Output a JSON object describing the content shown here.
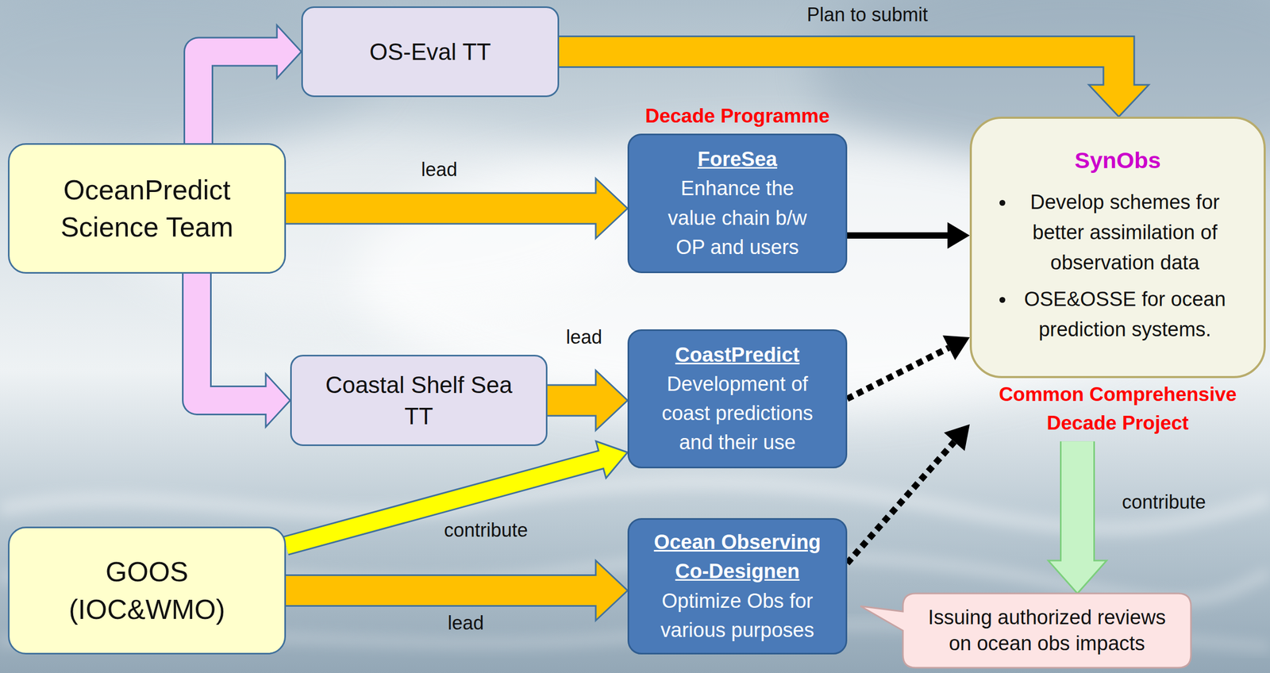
{
  "diagram": {
    "nodes": [
      {
        "text": [
          "OS-Eval TT"
        ]
      },
      {
        "text": [
          "OceanPredict Science Team"
        ]
      },
      {
        "text": [
          "Decade Programme",
          "ForeSea",
          "Enhance the value chain b/w OP and users"
        ]
      },
      {
        "text": [
          "Common Comprehensive Decade Project",
          "SynObs",
          "Develop schemes for better assimilation of observation data",
          "OSE&OSSE for ocean prediction systems."
        ]
      },
      {
        "text": [
          "Coastal Shelf Sea TT"
        ]
      },
      {
        "text": [
          "CoastPredict",
          "Development of coast predictions and their use"
        ]
      },
      {
        "text": [
          "GOOS (IOC&WMO)"
        ]
      },
      {
        "text": [
          "Ocean Observing Co-Designen",
          "Optimize Obs for various purposes"
        ]
      },
      {
        "text": [
          "Issuing authorized reviews on ocean obs impacts"
        ]
      }
    ],
    "edges": [
      {
        "from": 1,
        "to": 0,
        "arrow": "to"
      },
      {
        "from": 0,
        "to": 3,
        "label": "Plan to submit",
        "arrow": "to"
      },
      {
        "from": 1,
        "to": 2,
        "label": "lead",
        "arrow": "to"
      },
      {
        "from": 1,
        "to": 4,
        "arrow": "to"
      },
      {
        "from": 2,
        "to": 3,
        "arrow": "to"
      },
      {
        "from": 4,
        "to": 5,
        "label": "lead",
        "arrow": "to"
      },
      {
        "from": 6,
        "to": 5,
        "label": "contribute",
        "arrow": "to"
      },
      {
        "from": 5,
        "to": 3,
        "arrow": "to"
      },
      {
        "from": 7,
        "to": 3,
        "arrow": "to"
      },
      {
        "from": 6,
        "to": 7,
        "label": "lead",
        "arrow": "to"
      },
      {
        "from": 3,
        "to": 8,
        "label": "contribute",
        "arrow": "to"
      }
    ]
  }
}
